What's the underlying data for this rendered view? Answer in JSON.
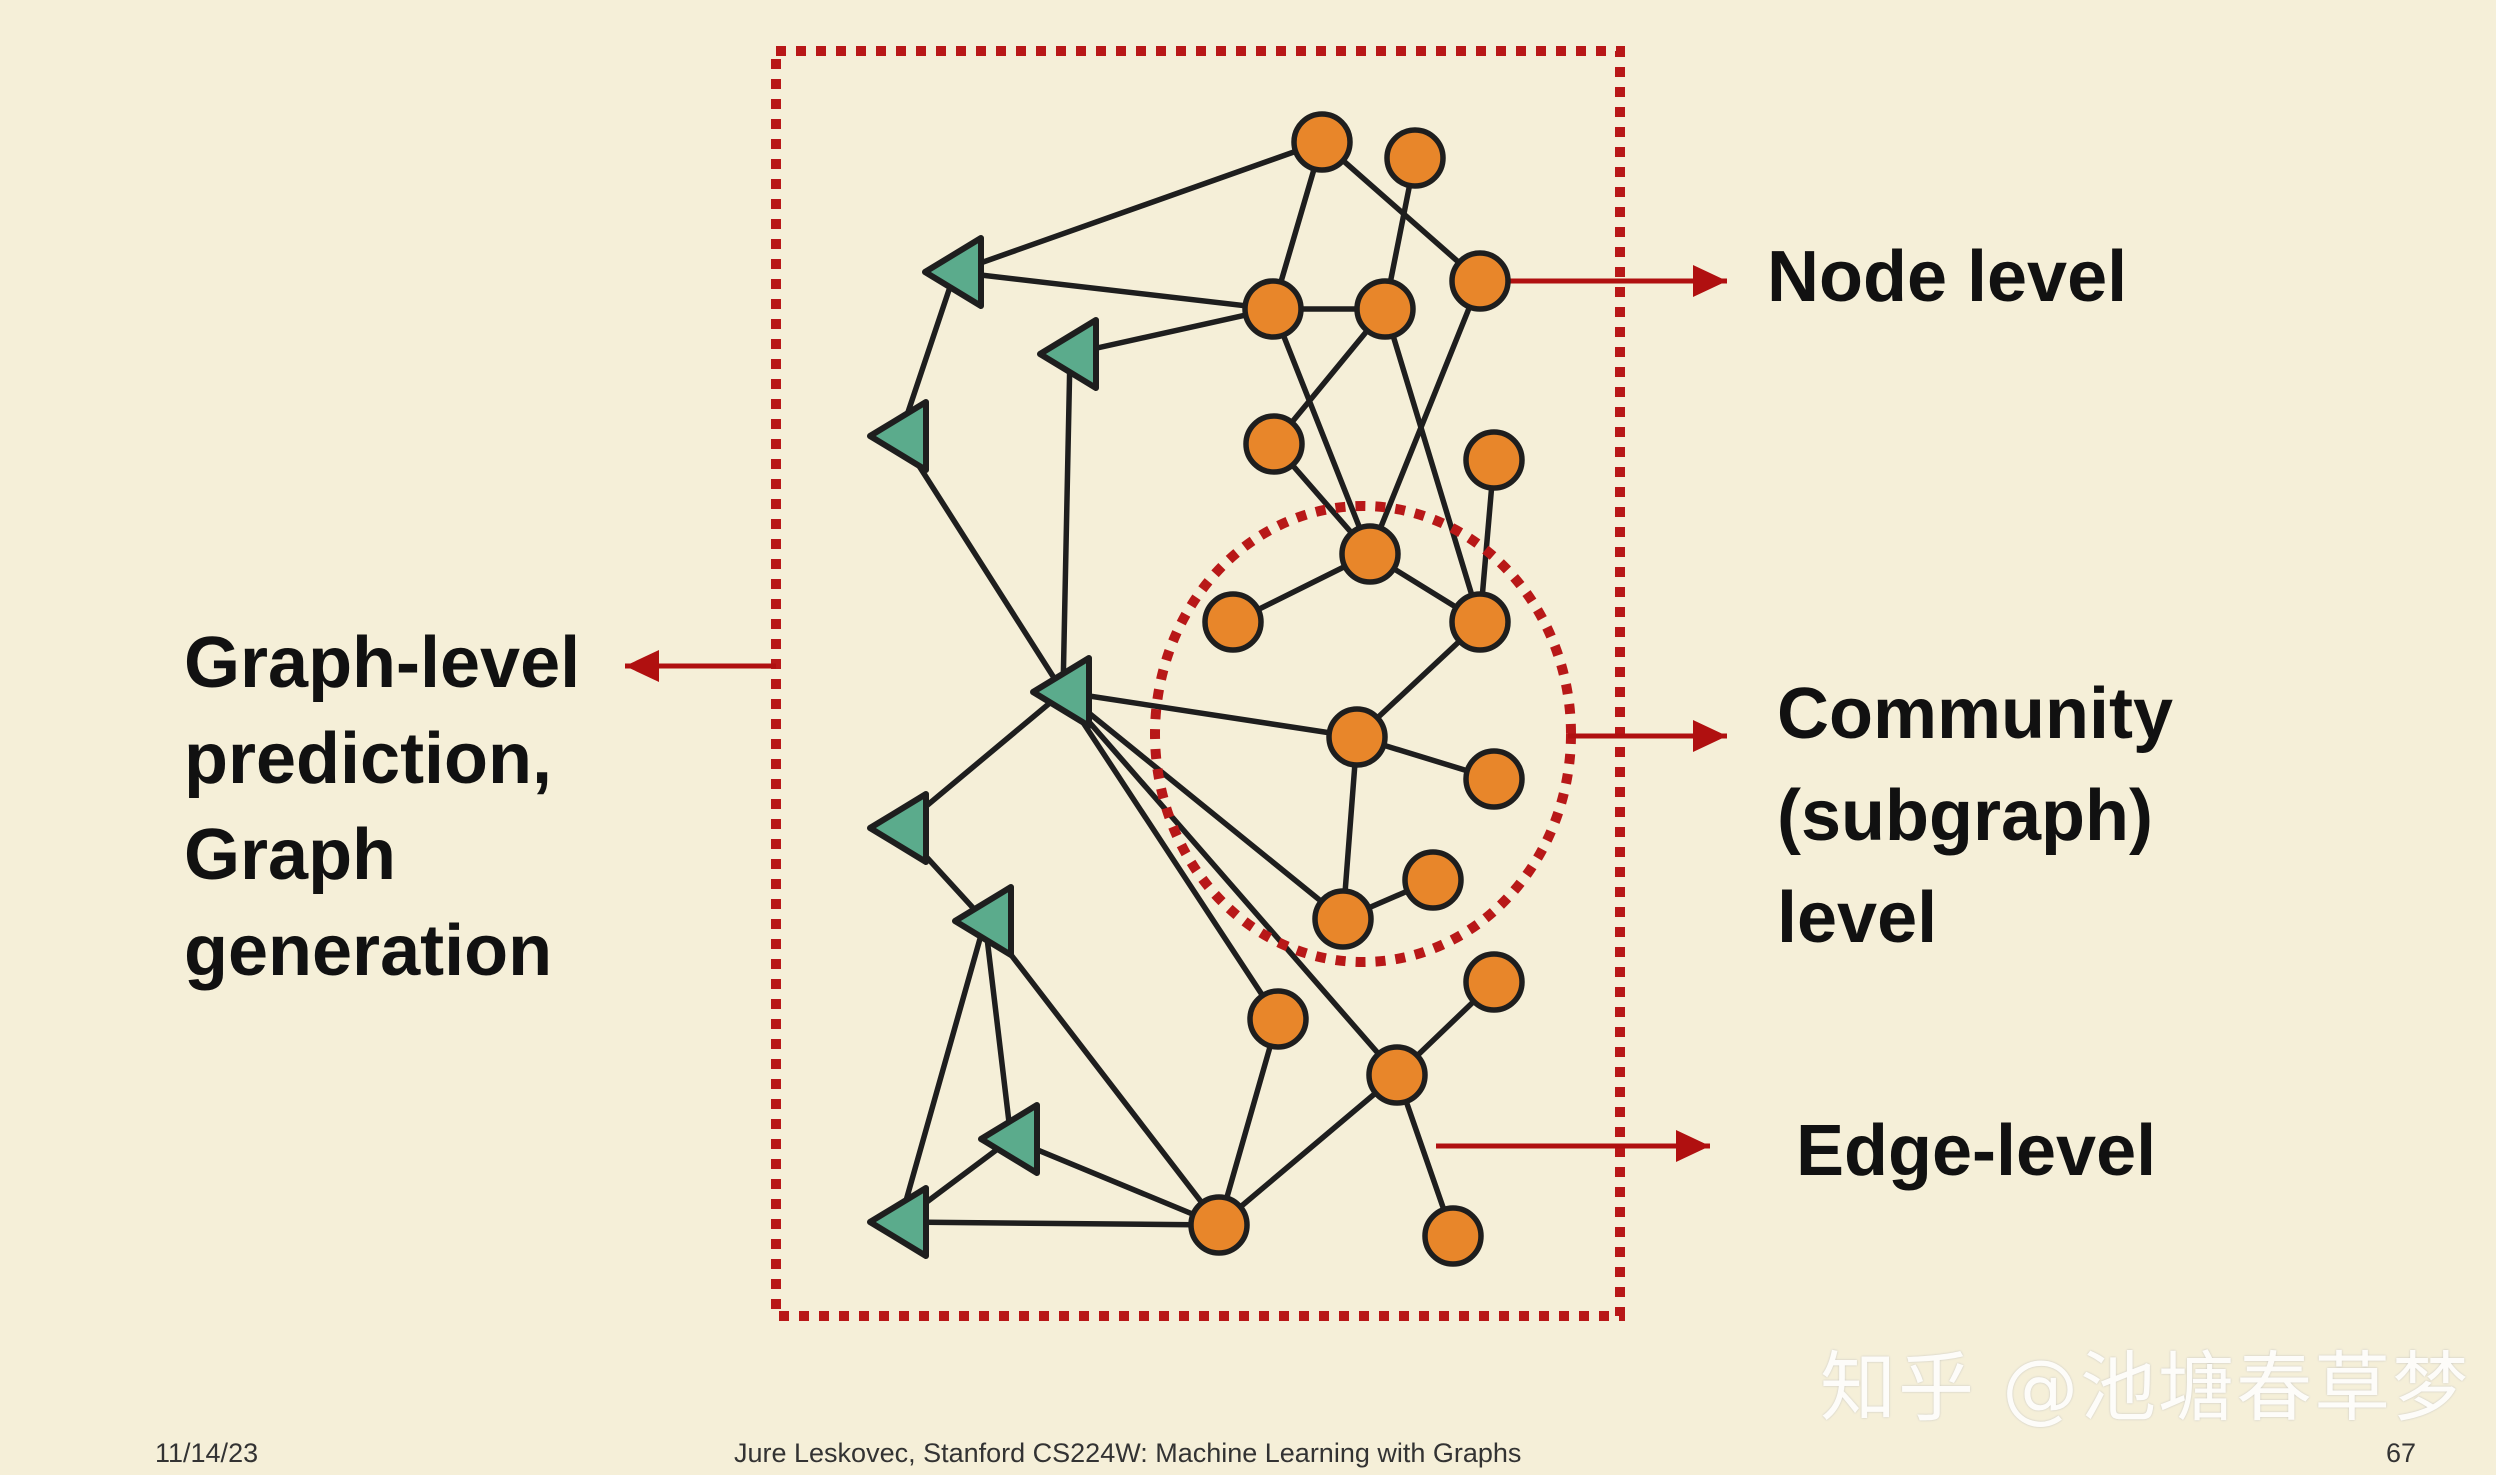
{
  "labels": {
    "graph_level": [
      "Graph-level",
      "prediction,",
      "Graph",
      "generation"
    ],
    "node_level": "Node level",
    "community_level": [
      "Community",
      "(subgraph)",
      "level"
    ],
    "edge_level": "Edge-level"
  },
  "footer": {
    "date": "11/14/23",
    "center": "Jure Leskovec, Stanford CS224W: Machine Learning with Graphs",
    "page": "67"
  },
  "watermark": "知乎 @池塘春草梦",
  "colors": {
    "background": "#f5efd8",
    "node_fill": "#e8862a",
    "triangle_fill": "#5bab8c",
    "outline": "#1e1e1e",
    "dotted_red": "#b81818",
    "arrow_red": "#b01010"
  }
}
